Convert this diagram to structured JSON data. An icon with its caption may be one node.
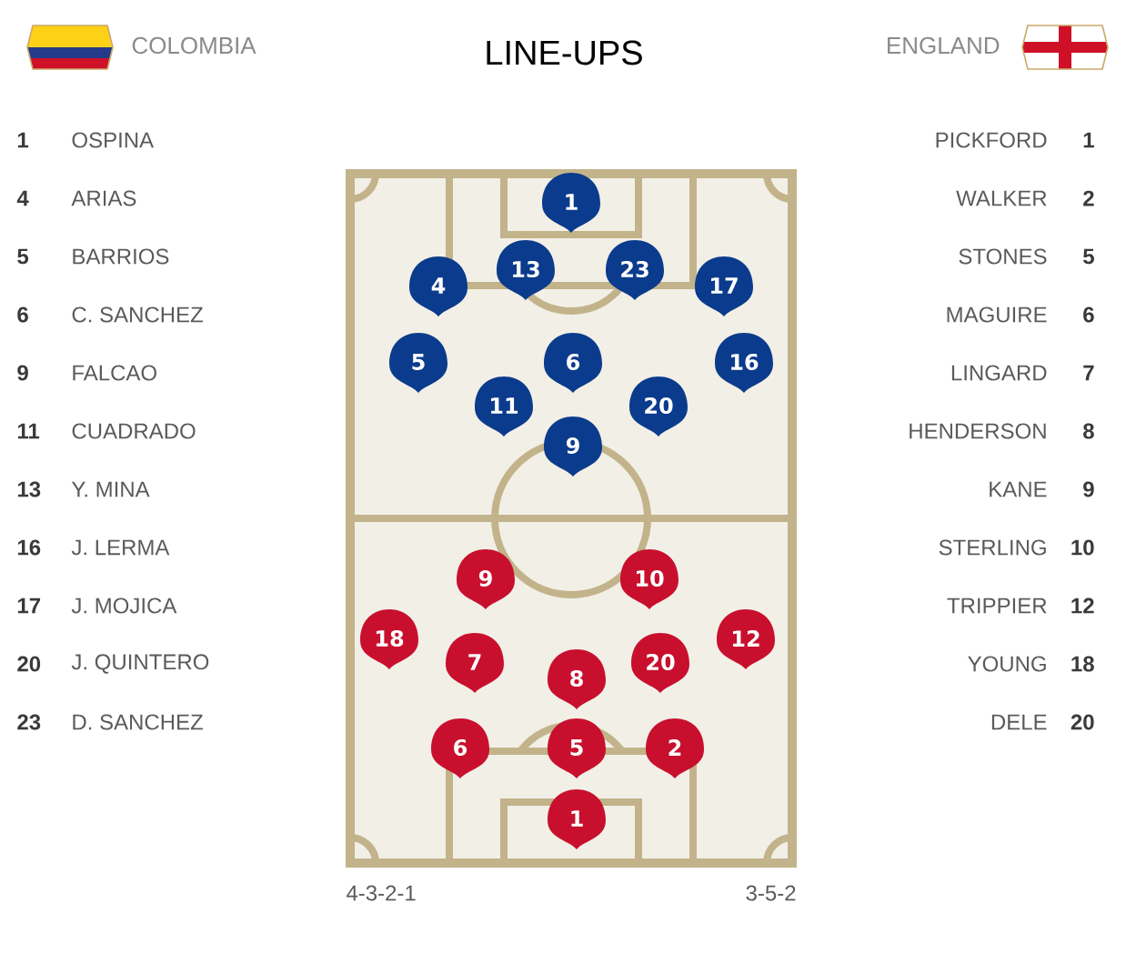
{
  "diagram": {
    "title": "LINE-UPS",
    "nodes": [
      {
        "text": [
          "1"
        ]
      },
      {
        "text": [
          "13"
        ]
      },
      {
        "text": [
          "23"
        ]
      },
      {
        "text": [
          "4"
        ]
      },
      {
        "text": [
          "17"
        ]
      },
      {
        "text": [
          "5"
        ]
      },
      {
        "text": [
          "6"
        ]
      },
      {
        "text": [
          "16"
        ]
      },
      {
        "text": [
          "11"
        ]
      },
      {
        "text": [
          "20"
        ]
      },
      {
        "text": [
          "9"
        ]
      },
      {
        "text": [
          "9"
        ]
      },
      {
        "text": [
          "10"
        ]
      },
      {
        "text": [
          "18"
        ]
      },
      {
        "text": [
          "12"
        ]
      },
      {
        "text": [
          "7"
        ]
      },
      {
        "text": [
          "20"
        ]
      },
      {
        "text": [
          "8"
        ]
      },
      {
        "text": [
          "6"
        ]
      },
      {
        "text": [
          "5"
        ]
      },
      {
        "text": [
          "2"
        ]
      },
      {
        "text": [
          "1"
        ]
      }
    ],
    "labels": [
      "COLOMBIA",
      "ENGLAND",
      "1",
      "OSPINA",
      "PICKFORD",
      "1",
      "4",
      "ARIAS",
      "WALKER",
      "2",
      "5",
      "BARRIOS",
      "STONES",
      "5",
      "6",
      "C. SANCHEZ",
      "MAGUIRE",
      "6",
      "9",
      "FALCAO",
      "LINGARD",
      "7",
      "11",
      "CUADRADO",
      "HENDERSON",
      "8",
      "13",
      "Y. MINA",
      "KANE",
      "9",
      "16",
      "J. LERMA",
      "STERLING",
      "10",
      "17",
      "J. MOJICA",
      "TRIPPIER",
      "12",
      "20",
      "J. QUINTERO",
      "YOUNG",
      "18",
      "23",
      "D. SANCHEZ",
      "DELE",
      "20",
      "4-3-2-1",
      "3-5-2"
    ]
  }
}
